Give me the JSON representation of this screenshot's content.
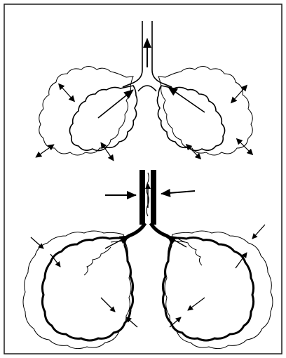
{
  "figure": {
    "frame_color": "#1a1a1a",
    "ink_color": "#000000",
    "background": "#ffffff",
    "panels": [
      {
        "description_key": "top-lungs-normal-exhale",
        "airflow_arrows": 3,
        "expansion_arrows": 6
      },
      {
        "description_key": "bottom-lungs-compressed-airway",
        "compression_arrows": 2,
        "pressure_arrows": 8
      }
    ]
  }
}
